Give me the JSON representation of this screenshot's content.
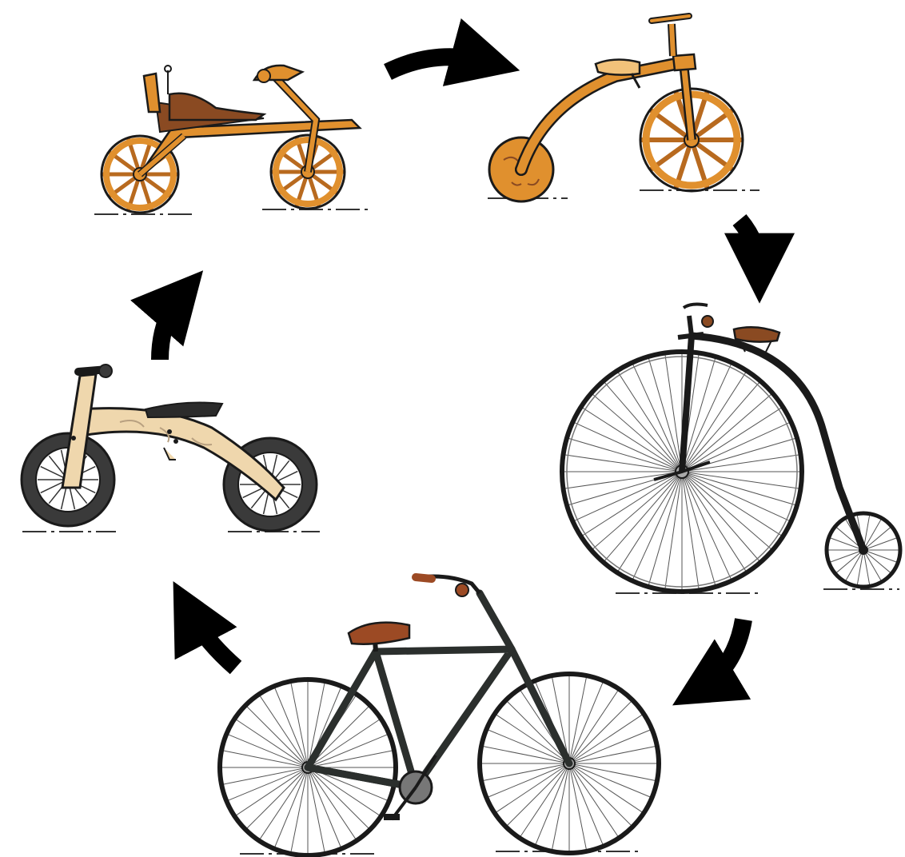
{
  "diagram": {
    "type": "cycle",
    "direction": "clockwise",
    "stages": [
      {
        "id": "draisine",
        "icon": "wooden-draisine-bicycle-icon"
      },
      {
        "id": "wooden-velocipede",
        "icon": "wooden-velocipede-bicycle-icon"
      },
      {
        "id": "penny-farthing",
        "icon": "penny-farthing-bicycle-icon"
      },
      {
        "id": "safety-bicycle",
        "icon": "safety-bicycle-icon"
      },
      {
        "id": "balance-bike",
        "icon": "wooden-balance-bike-icon"
      }
    ],
    "arrows": [
      {
        "from": "draisine",
        "to": "wooden-velocipede",
        "icon": "curved-arrow-icon"
      },
      {
        "from": "wooden-velocipede",
        "to": "penny-farthing",
        "icon": "curved-arrow-icon"
      },
      {
        "from": "penny-farthing",
        "to": "safety-bicycle",
        "icon": "curved-arrow-icon"
      },
      {
        "from": "safety-bicycle",
        "to": "balance-bike",
        "icon": "curved-arrow-icon"
      },
      {
        "from": "balance-bike",
        "to": "draisine",
        "icon": "curved-arrow-icon"
      }
    ]
  },
  "colors": {
    "wood_dark": "#b86a1f",
    "wood": "#e0902e",
    "wood_light": "#f2c27a",
    "leather": "#8a4a22",
    "birch": "#efd7ad",
    "outline": "#1a1a1a",
    "tire": "#3a3a3a",
    "frame": "#2b2f2d",
    "saddle": "#9c4a24",
    "arrow": "#000000",
    "background": "#ffffff"
  }
}
